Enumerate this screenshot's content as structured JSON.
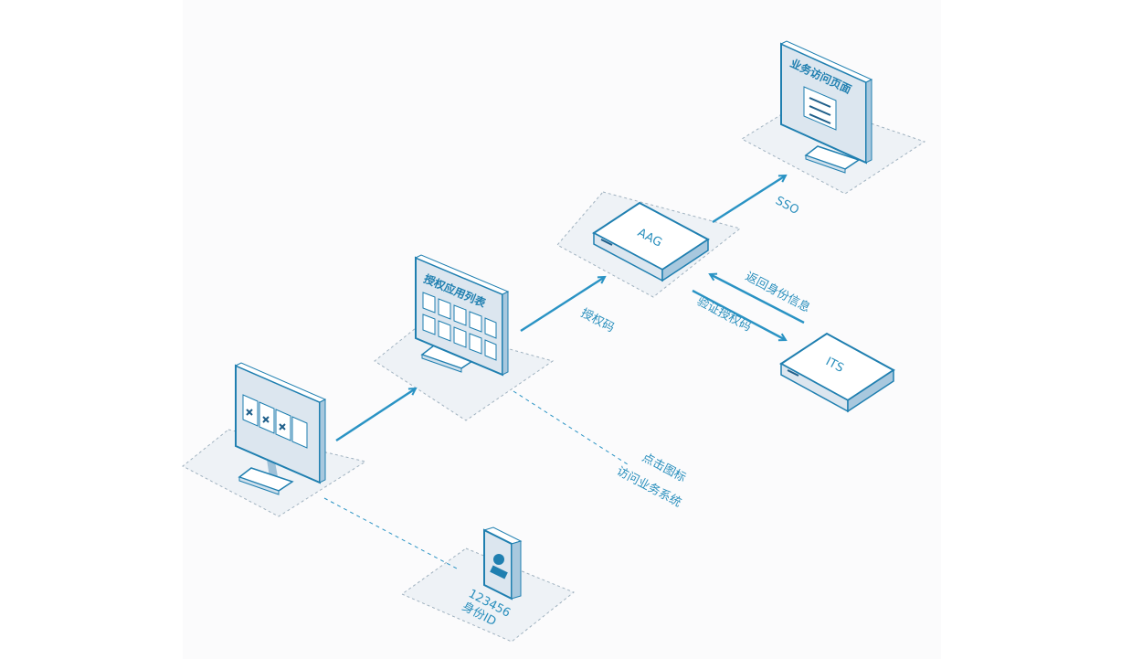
{
  "colors": {
    "accent": "#1f7fb0",
    "line": "#2a93c4",
    "screen_fill": "#dce6ef",
    "ground_fill": "#eef2f6",
    "ground_stroke": "#9fb1bf"
  },
  "diagram": {
    "app_list_label": "授权应用列表",
    "business_page_label": "业务访问页面",
    "aag_label": "AAG",
    "its_label": "ITS",
    "sso_label": "SSO",
    "auth_code_label": "授权码",
    "return_identity_label": "返回身份信息",
    "verify_code_label": "验证授权码",
    "click_icon_line1": "点击图标",
    "click_icon_line2": "访问业务系统",
    "phone_id_number": "123456",
    "phone_id_label": "身份ID"
  }
}
